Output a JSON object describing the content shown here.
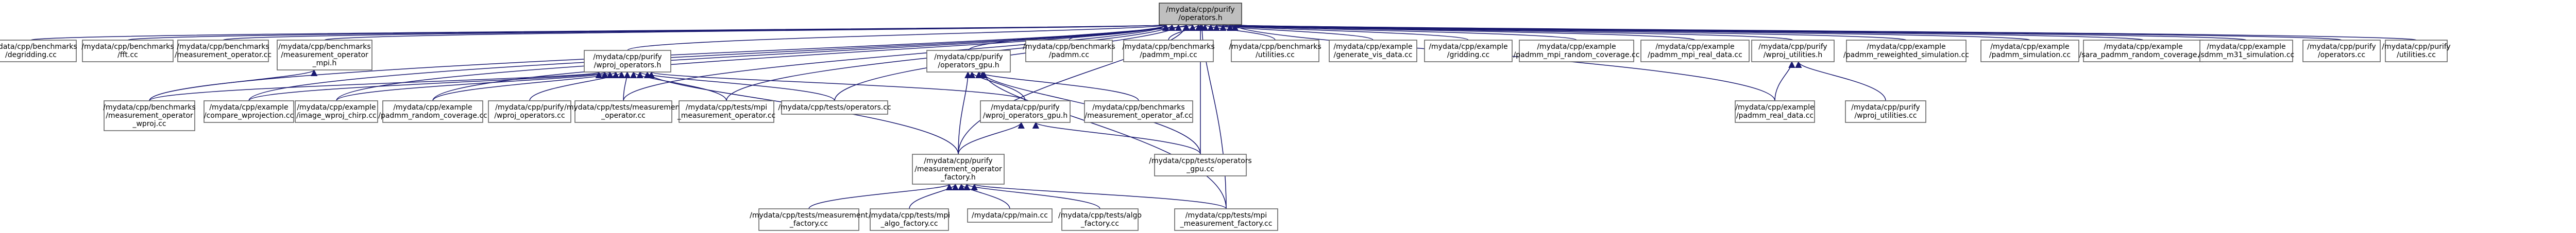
{
  "graph": {
    "root": "root",
    "edge_color": "#191970",
    "node_fill": "#ffffff",
    "root_fill": "#bfbfbf",
    "node_border": "#666666",
    "nodes": [
      {
        "id": "root",
        "lines": [
          "/mydata/cpp/purify",
          "/operators.h"
        ]
      },
      {
        "id": "n_degridding",
        "lines": [
          "/mydata/cpp/benchmarks",
          "/degridding.cc"
        ]
      },
      {
        "id": "n_fft",
        "lines": [
          "/mydata/cpp/benchmarks",
          "/fft.cc"
        ]
      },
      {
        "id": "n_meas_op_cc",
        "lines": [
          "/mydata/cpp/benchmarks",
          "/measurement_operator.cc"
        ]
      },
      {
        "id": "n_meas_op_mpi_h",
        "lines": [
          "/mydata/cpp/benchmarks",
          "/measurement_operator",
          "_mpi.h"
        ]
      },
      {
        "id": "n_wproj_h",
        "lines": [
          "/mydata/cpp/purify",
          "/wproj_operators.h"
        ]
      },
      {
        "id": "n_ops_gpu_h",
        "lines": [
          "/mydata/cpp/purify",
          "/operators_gpu.h"
        ]
      },
      {
        "id": "n_padmm_cc",
        "lines": [
          "/mydata/cpp/benchmarks",
          "/padmm.cc"
        ]
      },
      {
        "id": "n_padmm_mpi_cc",
        "lines": [
          "/mydata/cpp/benchmarks",
          "/padmm_mpi.cc"
        ]
      },
      {
        "id": "n_bench_utilities",
        "lines": [
          "/mydata/cpp/benchmarks",
          "/utilities.cc"
        ]
      },
      {
        "id": "n_gen_vis",
        "lines": [
          "/mydata/cpp/example",
          "/generate_vis_data.cc"
        ]
      },
      {
        "id": "n_gridding",
        "lines": [
          "/mydata/cpp/example",
          "/gridding.cc"
        ]
      },
      {
        "id": "n_padmm_mpi_rand",
        "lines": [
          "/mydata/cpp/example",
          "/padmm_mpi_random_coverage.cc"
        ]
      },
      {
        "id": "n_padmm_mpi_real",
        "lines": [
          "/mydata/cpp/example",
          "/padmm_mpi_real_data.cc"
        ]
      },
      {
        "id": "n_wproj_utilities_h",
        "lines": [
          "/mydata/cpp/purify",
          "/wproj_utilities.h"
        ]
      },
      {
        "id": "n_padmm_reweighted",
        "lines": [
          "/mydata/cpp/example",
          "/padmm_reweighted_simulation.cc"
        ]
      },
      {
        "id": "n_padmm_sim",
        "lines": [
          "/mydata/cpp/example",
          "/padmm_simulation.cc"
        ]
      },
      {
        "id": "n_sara_padmm",
        "lines": [
          "/mydata/cpp/example",
          "/sara_padmm_random_coverage.cc"
        ]
      },
      {
        "id": "n_sdmm_m31",
        "lines": [
          "/mydata/cpp/example",
          "/sdmm_m31_simulation.cc"
        ]
      },
      {
        "id": "n_operators_cc",
        "lines": [
          "/mydata/cpp/purify",
          "/operators.cc"
        ]
      },
      {
        "id": "n_purify_utilities",
        "lines": [
          "/mydata/cpp/purify",
          "/utilities.cc"
        ]
      },
      {
        "id": "n_meas_op_wproj",
        "lines": [
          "/mydata/cpp/benchmarks",
          "/measurement_operator",
          "_wproj.cc"
        ]
      },
      {
        "id": "n_compare_wproj",
        "lines": [
          "/mydata/cpp/example",
          "/compare_wprojection.cc"
        ]
      },
      {
        "id": "n_image_chirp",
        "lines": [
          "/mydata/cpp/example",
          "/image_wproj_chirp.cc"
        ]
      },
      {
        "id": "n_padmm_rand_cov",
        "lines": [
          "/mydata/cpp/example",
          "/padmm_random_coverage.cc"
        ]
      },
      {
        "id": "n_wproj_operators_cc",
        "lines": [
          "/mydata/cpp/purify",
          "/wproj_operators.cc"
        ]
      },
      {
        "id": "n_tests_meas_op",
        "lines": [
          "/mydata/cpp/tests/measurement",
          "_operator.cc"
        ]
      },
      {
        "id": "n_tests_mpi_meas_op",
        "lines": [
          "/mydata/cpp/tests/mpi",
          "_measurement_operator.cc"
        ]
      },
      {
        "id": "n_tests_operators",
        "lines": [
          "/mydata/cpp/tests/operators.cc"
        ]
      },
      {
        "id": "n_wproj_ops_gpu_h",
        "lines": [
          "/mydata/cpp/purify",
          "/wproj_operators_gpu.h"
        ]
      },
      {
        "id": "n_meas_op_af",
        "lines": [
          "/mydata/cpp/benchmarks",
          "/measurement_operator_af.cc"
        ]
      },
      {
        "id": "n_padmm_real_data",
        "lines": [
          "/mydata/cpp/example",
          "/padmm_real_data.cc"
        ]
      },
      {
        "id": "n_wproj_utilities_cc",
        "lines": [
          "/mydata/cpp/purify",
          "/wproj_utilities.cc"
        ]
      },
      {
        "id": "n_factory_h",
        "lines": [
          "/mydata/cpp/purify",
          "/measurement_operator",
          "_factory.h"
        ]
      },
      {
        "id": "n_tests_operators_gpu",
        "lines": [
          "/mydata/cpp/tests/operators",
          "_gpu.cc"
        ]
      },
      {
        "id": "n_tests_meas_factory",
        "lines": [
          "/mydata/cpp/tests/measurement",
          "_factory.cc"
        ]
      },
      {
        "id": "n_tests_mpi_algo",
        "lines": [
          "/mydata/cpp/tests/mpi",
          "_algo_factory.cc"
        ]
      },
      {
        "id": "n_main",
        "lines": [
          "/mydata/cpp/main.cc"
        ]
      },
      {
        "id": "n_tests_algo",
        "lines": [
          "/mydata/cpp/tests/algo",
          "_factory.cc"
        ]
      },
      {
        "id": "n_tests_mpi_meas_factory",
        "lines": [
          "/mydata/cpp/tests/mpi",
          "_measurement_factory.cc"
        ]
      }
    ],
    "edges": [
      [
        "n_degridding",
        "root"
      ],
      [
        "n_fft",
        "root"
      ],
      [
        "n_meas_op_cc",
        "root"
      ],
      [
        "n_meas_op_mpi_h",
        "root"
      ],
      [
        "n_wproj_h",
        "root"
      ],
      [
        "n_ops_gpu_h",
        "root"
      ],
      [
        "n_padmm_cc",
        "root"
      ],
      [
        "n_padmm_mpi_cc",
        "root"
      ],
      [
        "n_bench_utilities",
        "root"
      ],
      [
        "n_gen_vis",
        "root"
      ],
      [
        "n_gridding",
        "root"
      ],
      [
        "n_padmm_mpi_rand",
        "root"
      ],
      [
        "n_padmm_mpi_real",
        "root"
      ],
      [
        "n_wproj_utilities_h",
        "root"
      ],
      [
        "n_padmm_reweighted",
        "root"
      ],
      [
        "n_padmm_sim",
        "root"
      ],
      [
        "n_sara_padmm",
        "root"
      ],
      [
        "n_sdmm_m31",
        "root"
      ],
      [
        "n_operators_cc",
        "root"
      ],
      [
        "n_purify_utilities",
        "root"
      ],
      [
        "n_meas_op_wproj",
        "root"
      ],
      [
        "n_compare_wproj",
        "root"
      ],
      [
        "n_image_chirp",
        "root"
      ],
      [
        "n_padmm_rand_cov",
        "root"
      ],
      [
        "n_tests_meas_op",
        "root"
      ],
      [
        "n_tests_mpi_meas_op",
        "root"
      ],
      [
        "n_tests_operators",
        "root"
      ],
      [
        "n_padmm_real_data",
        "root"
      ],
      [
        "n_factory_h",
        "root"
      ],
      [
        "n_tests_operators_gpu",
        "root"
      ],
      [
        "n_tests_mpi_meas_factory",
        "root"
      ],
      [
        "n_meas_op_wproj",
        "n_wproj_h"
      ],
      [
        "n_compare_wproj",
        "n_wproj_h"
      ],
      [
        "n_image_chirp",
        "n_wproj_h"
      ],
      [
        "n_padmm_rand_cov",
        "n_wproj_h"
      ],
      [
        "n_wproj_operators_cc",
        "n_wproj_h"
      ],
      [
        "n_tests_meas_op",
        "n_wproj_h"
      ],
      [
        "n_tests_mpi_meas_op",
        "n_wproj_h"
      ],
      [
        "n_tests_operators",
        "n_wproj_h"
      ],
      [
        "n_wproj_ops_gpu_h",
        "n_wproj_h"
      ],
      [
        "n_factory_h",
        "n_wproj_h"
      ],
      [
        "n_wproj_ops_gpu_h",
        "n_ops_gpu_h"
      ],
      [
        "n_meas_op_af",
        "n_ops_gpu_h"
      ],
      [
        "n_factory_h",
        "n_ops_gpu_h"
      ],
      [
        "n_tests_operators_gpu",
        "n_ops_gpu_h"
      ],
      [
        "n_tests_mpi_meas_factory",
        "n_ops_gpu_h"
      ],
      [
        "n_meas_op_wproj",
        "n_meas_op_mpi_h"
      ],
      [
        "n_padmm_real_data",
        "n_wproj_utilities_h"
      ],
      [
        "n_wproj_utilities_cc",
        "n_wproj_utilities_h"
      ],
      [
        "n_factory_h",
        "n_wproj_ops_gpu_h"
      ],
      [
        "n_tests_operators_gpu",
        "n_wproj_ops_gpu_h"
      ],
      [
        "n_tests_meas_factory",
        "n_factory_h"
      ],
      [
        "n_tests_mpi_algo",
        "n_factory_h"
      ],
      [
        "n_main",
        "n_factory_h"
      ],
      [
        "n_tests_algo",
        "n_factory_h"
      ],
      [
        "n_tests_mpi_meas_factory",
        "n_factory_h"
      ]
    ]
  }
}
